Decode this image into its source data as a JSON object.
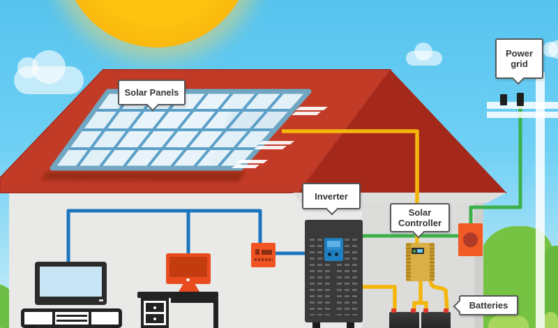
{
  "labels": {
    "solar_panels": "Solar Panels",
    "inverter": "Inverter",
    "solar_controller": [
      "Solar",
      "Controller"
    ],
    "power_grid": [
      "Power",
      "grid"
    ],
    "batteries": "Batteries"
  },
  "colors": {
    "sky_top": "#56C4EF",
    "sky_bottom": "#C9EDFA",
    "sun": "#FBBB10",
    "roof_front": "#C23B27",
    "roof_gable": "#A5291A",
    "panel_cell": "#E2F0F8",
    "panel_grid": "#5C9FC7",
    "wall": "#E9E9E7",
    "wire_dc": "#F3B70C",
    "wire_ac": "#1B75BC",
    "wire_grid": "#3CB049",
    "hill": "#76C344",
    "device_orange": "#F05423",
    "inverter_body": "#3A3A3A",
    "controller_gold": "#C89B30",
    "battery_terminal": "#E03A2E"
  },
  "components": {
    "sun": "sun-icon",
    "clouds": "cloud-icon",
    "solar_array": "solar-panel-array",
    "roof": "house-roof",
    "tv": "tv-icon",
    "tv_stand": "tv-stand-icon",
    "desk": "desk-icon",
    "monitor": "computer-monitor-icon",
    "outlet": "wall-outlet-box",
    "inverter": "inverter-unit",
    "controller": "charge-controller-unit",
    "ac_disconnect": "ac-disconnect-box",
    "batteries": "battery-bank",
    "power_pole": "utility-pole"
  }
}
